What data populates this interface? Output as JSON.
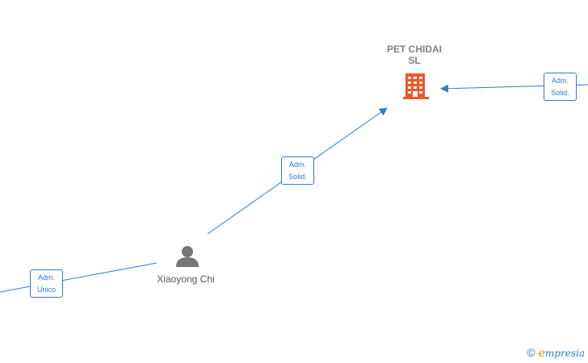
{
  "company": {
    "name_line1": "PET CHIDAI",
    "name_line2": "SL",
    "icon": "building-icon",
    "color": "#f0562a"
  },
  "person": {
    "name": "Xiaoyong Chi",
    "icon": "person-icon",
    "color": "#777777"
  },
  "edges": [
    {
      "line1": "Adm.",
      "line2": "Solid."
    },
    {
      "line1": "Adm.",
      "line2": "Solid."
    },
    {
      "line1": "Adm.",
      "line2": "Unico"
    }
  ],
  "edge_color": "#2f7bd4",
  "watermark": {
    "symbol": "©",
    "brand_initial": "e",
    "brand_rest": "mpresia"
  }
}
